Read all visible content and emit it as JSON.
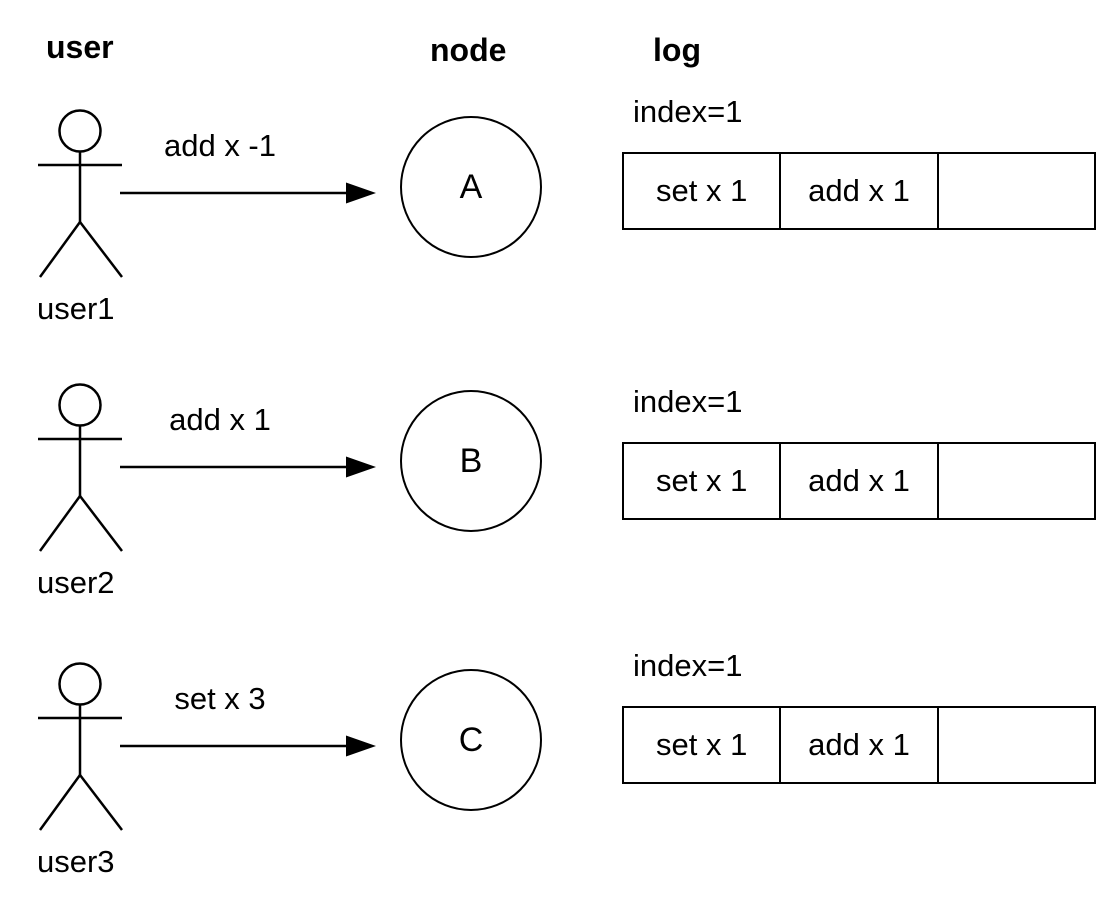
{
  "diagram": {
    "headers": {
      "user": "user",
      "node": "node",
      "log": "log"
    },
    "rows": [
      {
        "user_label": "user1",
        "message": "add x -1",
        "node_label": "A",
        "log": {
          "index_label": "index=1",
          "cells": [
            "set x 1",
            "add x 1",
            ""
          ]
        }
      },
      {
        "user_label": "user2",
        "message": "add x 1",
        "node_label": "B",
        "log": {
          "index_label": "index=1",
          "cells": [
            "set x 1",
            "add x 1",
            ""
          ]
        }
      },
      {
        "user_label": "user3",
        "message": "set x 3",
        "node_label": "C",
        "log": {
          "index_label": "index=1",
          "cells": [
            "set x 1",
            "add x 1",
            ""
          ]
        }
      }
    ],
    "colors": {
      "stroke": "#000000",
      "background": "#ffffff",
      "text": "#000000"
    }
  }
}
